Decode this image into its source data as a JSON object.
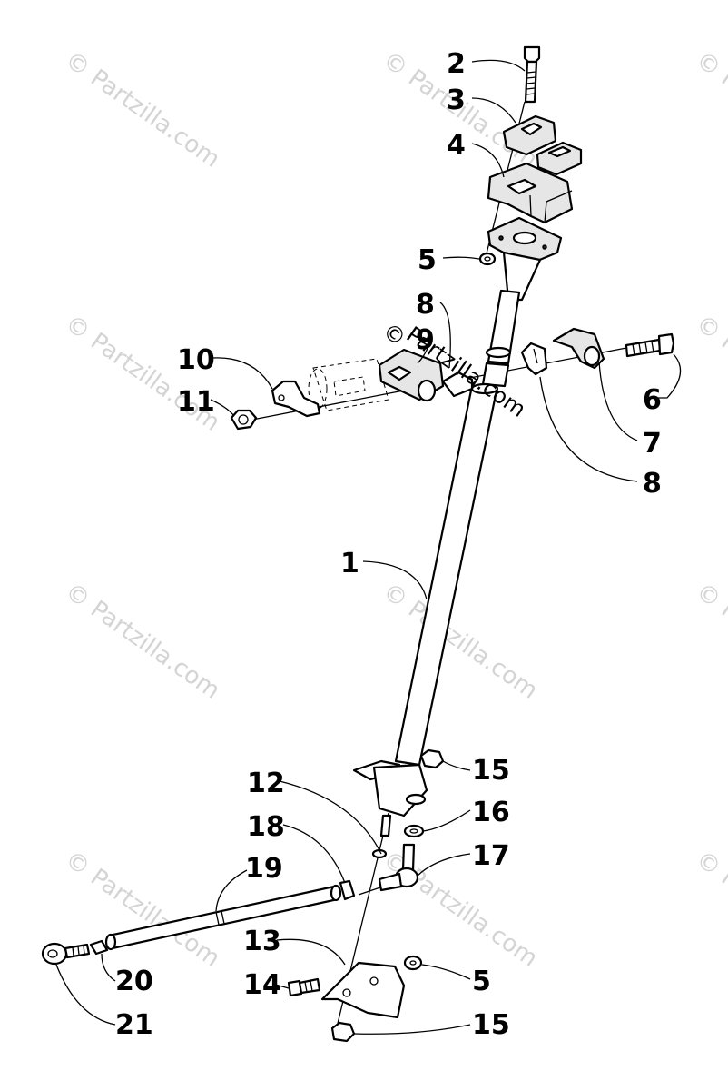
{
  "watermark": {
    "text": "© Partzilla.com",
    "positions": [
      "wm-0",
      "wm-1",
      "wm-2",
      "wm-3",
      "wm-4",
      "wm-5",
      "wm-6",
      "wm-7",
      "wm-8",
      "wm-9",
      "wm-10",
      "wm-11"
    ]
  },
  "center_watermark": {
    "copyright": "©",
    "text": "Partzilla.com"
  },
  "callouts": {
    "c1": "1",
    "c2": "2",
    "c3": "3",
    "c4": "4",
    "c5a": "5",
    "c5b": "5",
    "c6": "6",
    "c7": "7",
    "c8a": "8",
    "c8b": "8",
    "c9": "9",
    "c10": "10",
    "c11": "11",
    "c12": "12",
    "c13": "13",
    "c14": "14",
    "c15a": "15",
    "c15b": "15",
    "c16": "16",
    "c17": "17",
    "c18": "18",
    "c19": "19",
    "c20": "20",
    "c21": "21"
  }
}
